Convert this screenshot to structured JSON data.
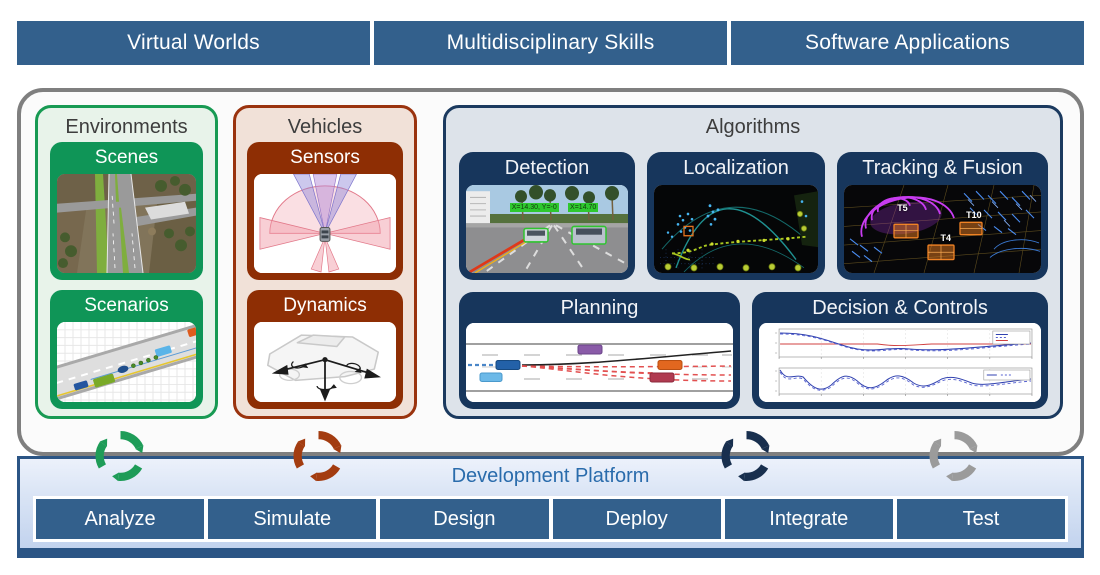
{
  "header": {
    "items": [
      "Virtual Worlds",
      "Multidisciplinary Skills",
      "Software Applications"
    ]
  },
  "environments": {
    "title": "Environments",
    "scenes": "Scenes",
    "scenarios": "Scenarios"
  },
  "vehicles": {
    "title": "Vehicles",
    "sensors": "Sensors",
    "dynamics": "Dynamics"
  },
  "algorithms": {
    "title": "Algorithms",
    "detection": "Detection",
    "localization": "Localization",
    "tracking": "Tracking & Fusion",
    "planning": "Planning",
    "decision": "Decision & Controls",
    "detection_overlay": {
      "left": "X=14.30, Y=-0",
      "right": "X=14.70"
    },
    "tracking_tags": {
      "t5": "T5",
      "t10": "T10",
      "t4": "T4"
    }
  },
  "platform": {
    "title": "Development Platform",
    "buttons": [
      "Analyze",
      "Simulate",
      "Design",
      "Deploy",
      "Integrate",
      "Test"
    ]
  },
  "colors": {
    "header_bar": "#33608c",
    "environments_green": "#189a53",
    "environments_bg": "#e8f3ea",
    "vehicles_rust": "#9a330e",
    "vehicles_bg": "#f1e1d8",
    "algorithms_navy": "#17365c",
    "algorithms_bg": "#dde3ea",
    "platform_border": "#2b5585",
    "platform_title_text": "#2a6cac",
    "button_blue": "#33608c",
    "cycle_green": "#1e9c58",
    "cycle_rust": "#a33c10",
    "cycle_navy": "#182f4e",
    "cycle_gray": "#9b9b9b"
  }
}
